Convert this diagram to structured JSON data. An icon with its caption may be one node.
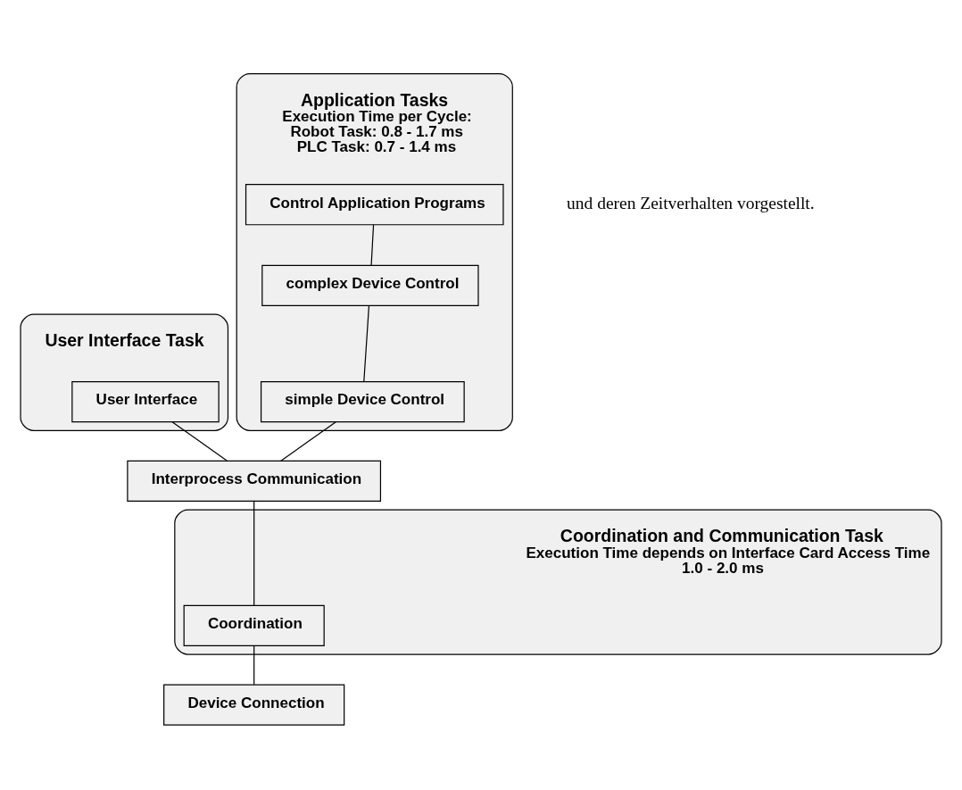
{
  "diagram": {
    "nodes": [
      {
        "text": [
          "User Interface Task"
        ]
      },
      {
        "text": [
          "User Interface"
        ],
        "in": 0
      },
      {
        "text": [
          "Application Tasks",
          "Execution Time per Cycle:",
          "Robot Task: 0.8 - 1.7 ms",
          "PLC Task: 0.7 - 1.4 ms"
        ]
      },
      {
        "text": [
          "Control Application Programs"
        ],
        "in": 2
      },
      {
        "text": [
          "complex Device Control"
        ],
        "in": 2
      },
      {
        "text": [
          "simple Device Control"
        ],
        "in": 2
      },
      {
        "text": [
          "Interprocess Communication"
        ]
      },
      {
        "text": [
          "Coordination and Communication Task",
          "Execution Time depends on Interface Card Access Time",
          "1.0 - 2.0 ms"
        ]
      },
      {
        "text": [
          "Coordination"
        ],
        "in": 7
      },
      {
        "text": [
          "Device Connection"
        ]
      }
    ],
    "edges": [
      {
        "from": 3,
        "to": 4,
        "arrow": "none"
      },
      {
        "from": 4,
        "to": 5,
        "arrow": "none"
      },
      {
        "from": 1,
        "to": 6,
        "arrow": "none"
      },
      {
        "from": 5,
        "to": 6,
        "arrow": "none"
      },
      {
        "from": 6,
        "to": 8,
        "arrow": "none"
      },
      {
        "from": 8,
        "to": 9,
        "arrow": "none"
      }
    ],
    "labels": [
      "und deren Zeitverhalten vorgestellt."
    ]
  }
}
